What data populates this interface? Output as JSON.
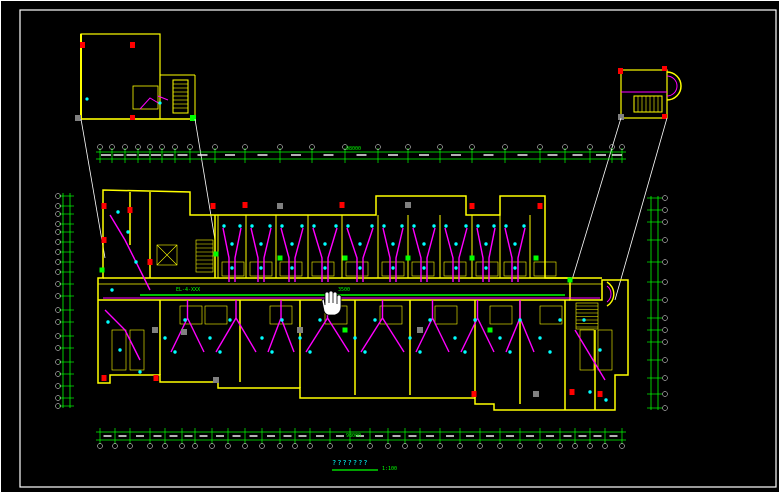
{
  "drawing": {
    "title": "???????",
    "scale": "1:100",
    "corridor_label": "EL-4-XXX",
    "corridor_label_2": "3500",
    "top_total_dim": "98000",
    "bottom_total_dim": "98000",
    "colors": {
      "background": "#000000",
      "frame": "#ffffff",
      "walls": "#ffff00",
      "wiring": "#ff00ff",
      "dimension_lines": "#00ff00",
      "fixtures": "#00ffff",
      "outlets": "#ff0000",
      "columns": "#808080",
      "callout_lines": "#ffffff"
    }
  }
}
